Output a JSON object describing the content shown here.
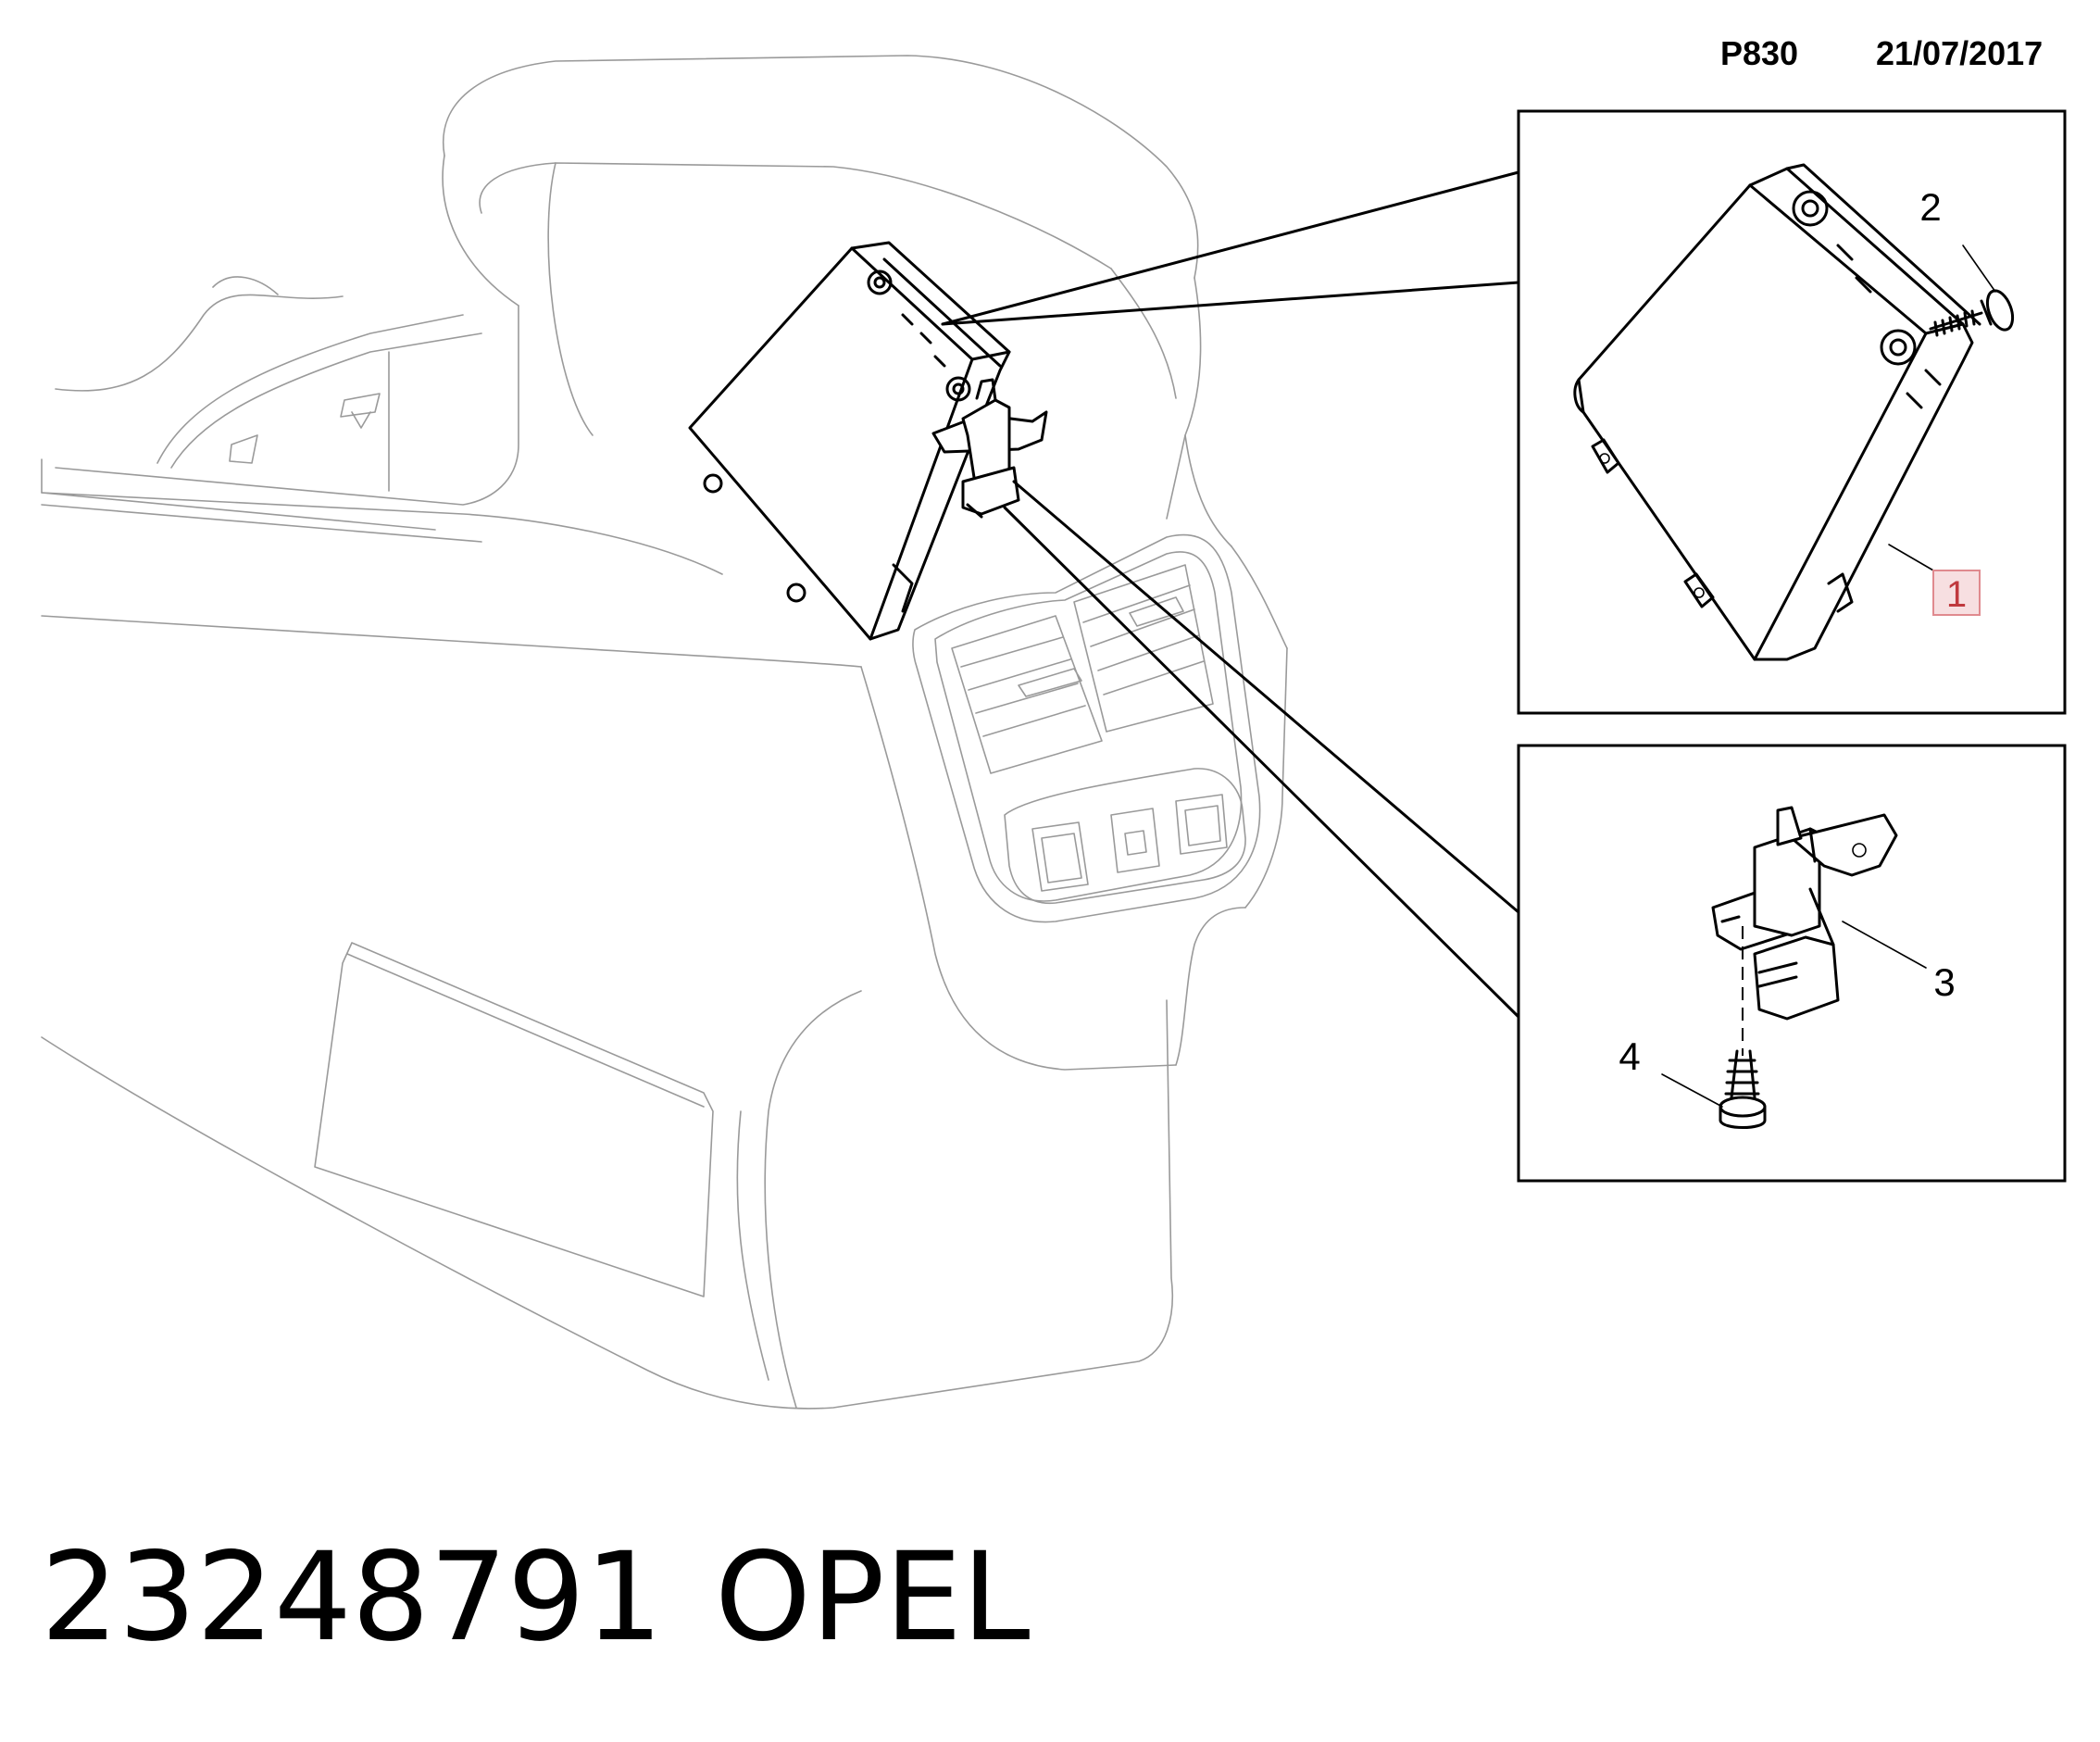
{
  "header": {
    "code": "P830",
    "date": "21/07/2017"
  },
  "footer": {
    "part_number": "23248791",
    "brand": "OPEL"
  },
  "callouts": [
    {
      "id": "1",
      "label": "1",
      "highlighted": true,
      "highlight_color": "#e08a8f"
    },
    {
      "id": "2",
      "label": "2",
      "highlighted": false
    },
    {
      "id": "3",
      "label": "3",
      "highlighted": false
    },
    {
      "id": "4",
      "label": "4",
      "highlighted": false
    }
  ],
  "colors": {
    "line": "#000000",
    "background": "#ffffff",
    "highlight_box": "#e08a8f",
    "highlight_text": "#c0393e"
  }
}
